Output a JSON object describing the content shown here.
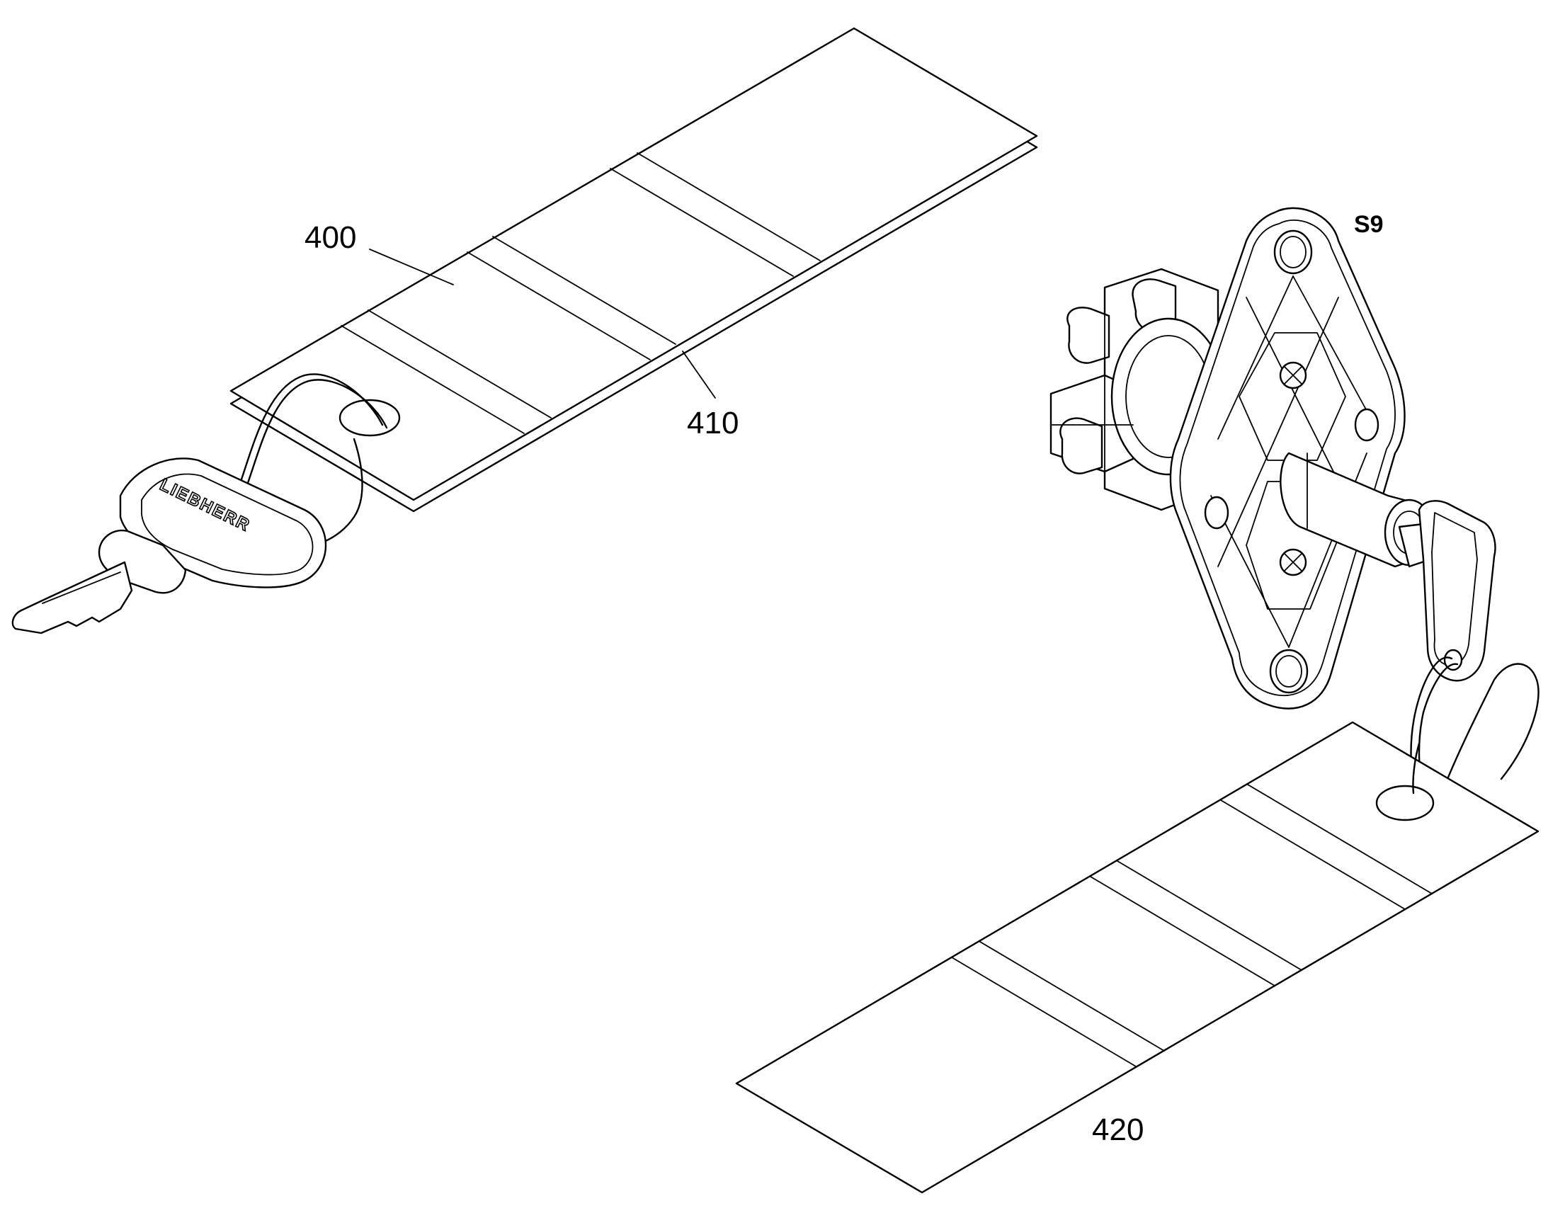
{
  "figure": {
    "figure_label": "S9",
    "brand_text": "LIEBHERR",
    "labels": {
      "tag_front": "400",
      "tag_back": "410",
      "tag_lock": "420"
    }
  }
}
